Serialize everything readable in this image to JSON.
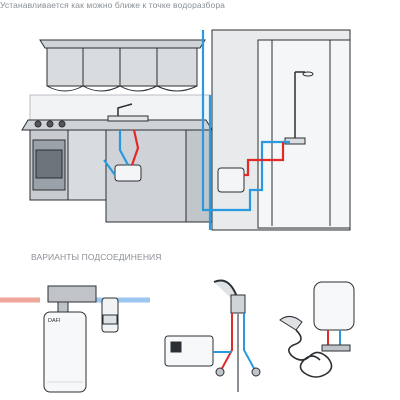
{
  "captions": {
    "top": "Устанавливается как можно ближе к точке водоразбора",
    "middle": "ВАРИАНТЫ ПОДСОЕДИНЕНИЯ"
  },
  "brand_label": "DAFI",
  "colors": {
    "hot_pipe": "#e02b2b",
    "cold_pipe": "#2a9ae0",
    "outline": "#2b2f33",
    "cabinet_fill": "#d9dcdf",
    "wall_fill": "#e8eaec"
  }
}
